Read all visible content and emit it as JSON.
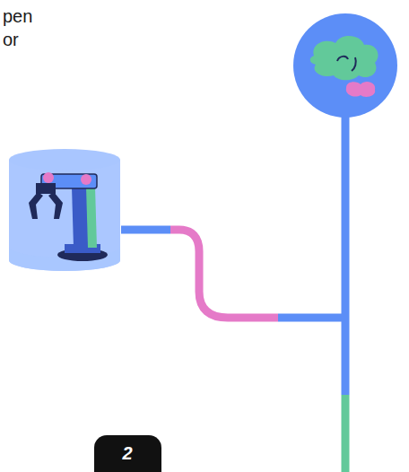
{
  "diagram": {
    "nodes": [
      {
        "text": [
          "2"
        ]
      }
    ],
    "labels": [
      "pen",
      "or"
    ]
  }
}
